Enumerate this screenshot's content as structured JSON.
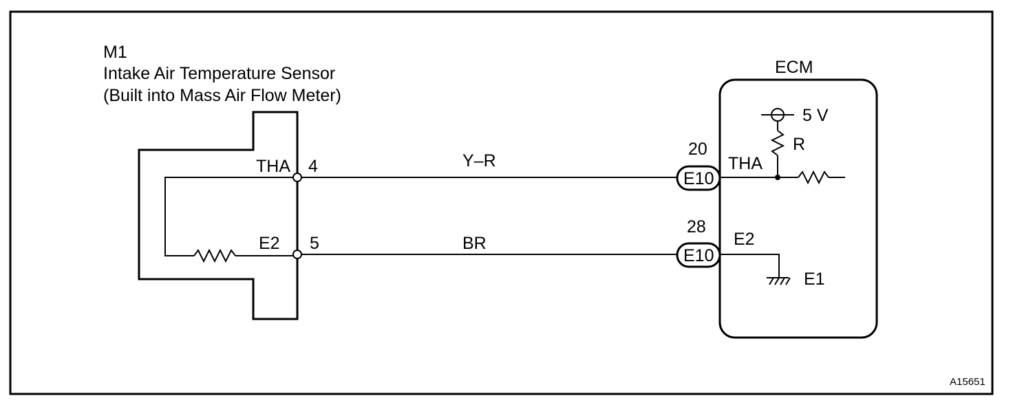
{
  "sensor": {
    "code": "M1",
    "name": "Intake Air Temperature Sensor",
    "note": "(Built into Mass Air Flow Meter)",
    "pins": [
      {
        "signal": "THA",
        "number": "4"
      },
      {
        "signal": "E2",
        "number": "5"
      }
    ]
  },
  "wires": [
    {
      "color_code": "Y–R"
    },
    {
      "color_code": "BR"
    }
  ],
  "ecm": {
    "title": "ECM",
    "connectors": [
      {
        "pin_number": "20",
        "connector": "E10",
        "signal": "THA"
      },
      {
        "pin_number": "28",
        "connector": "E10",
        "signal": "E2"
      }
    ],
    "supply_voltage": "5 V",
    "resistor_label": "R",
    "ground_label": "E1"
  },
  "figure_id": "A15651"
}
